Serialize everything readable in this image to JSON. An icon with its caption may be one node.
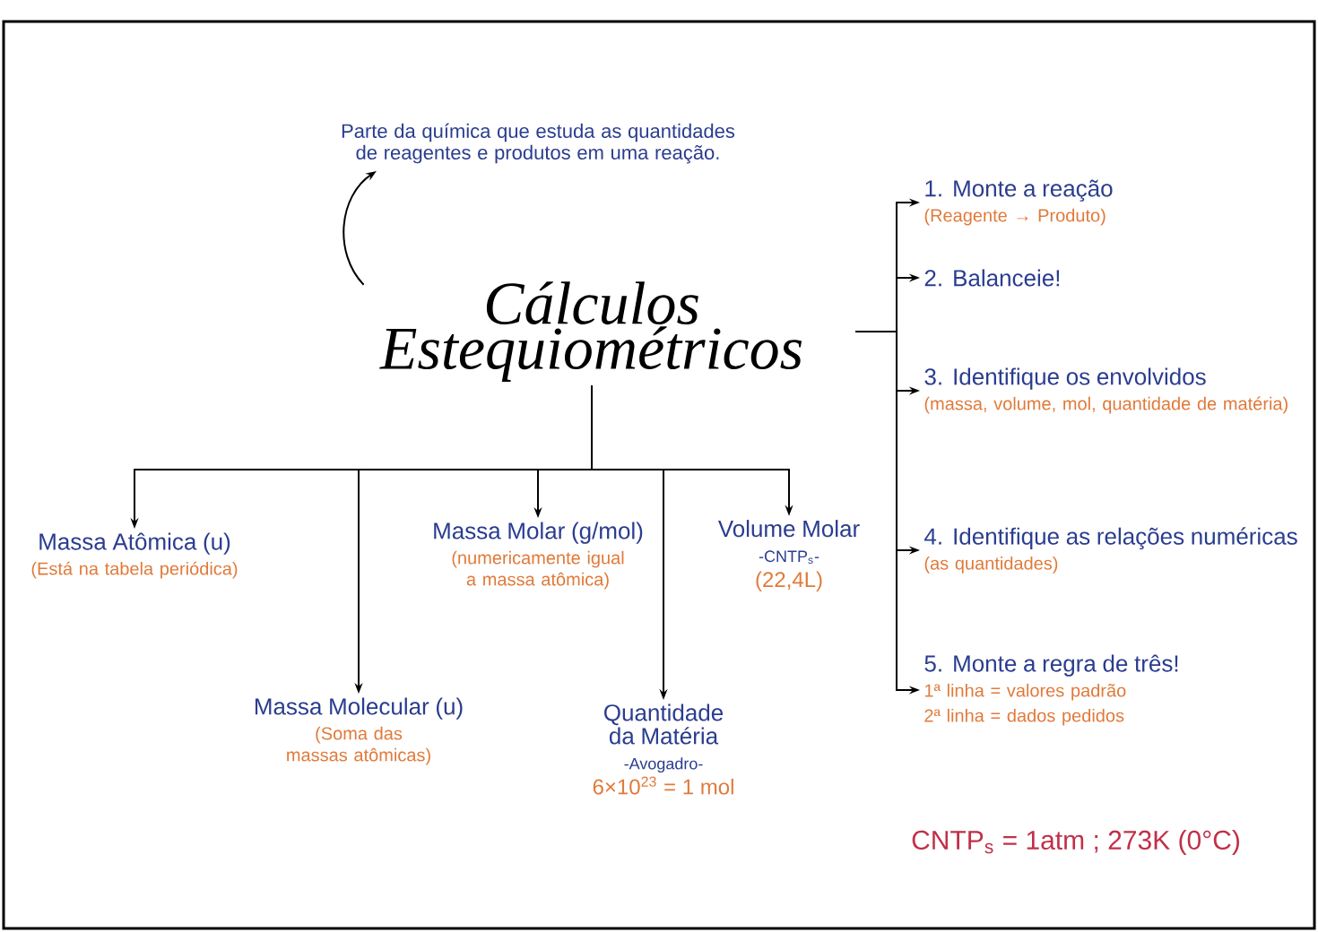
{
  "diagram": {
    "nodes": [
      {
        "text": [
          "Parte da química que estuda as quantidades de reagentes e produtos em uma reação."
        ]
      },
      {
        "text": [
          "Cálculos Estequiométricos"
        ]
      },
      {
        "text": [
          "Massa Atômica (u)",
          "(Está na tabela periódica)"
        ]
      },
      {
        "text": [
          "Massa Molecular (u)",
          "(Soma das massas atômicas)"
        ]
      },
      {
        "text": [
          "Massa Molar (g/mol)",
          "(numericamente igual a massa atômica)"
        ]
      },
      {
        "text": [
          "Quantidade da Matéria",
          "-Avogadro-",
          "6×10$^{23}$ = 1 mol"
        ]
      },
      {
        "text": [
          "Volume Molar",
          "-CNTP$_{s}$-",
          "(22,4L)"
        ]
      },
      {
        "text": [
          "1. Monte a reação",
          "(Reagente → Produto)"
        ]
      },
      {
        "text": [
          "2. Balanceie!"
        ]
      },
      {
        "text": [
          "3. Identifique os envolvidos",
          "(massa, volume, mol, quantidade de matéria)"
        ]
      },
      {
        "text": [
          "4. Identifique as relações numéricas",
          "(as quantidades)"
        ]
      },
      {
        "text": [
          "5. Monte a regra de três!",
          "1ª linha = valores padrão",
          "2ª linha = dados pedidos"
        ]
      }
    ],
    "edges": [
      {
        "from": 1,
        "to": 0,
        "arrow": "to"
      },
      {
        "from": 1,
        "to": 2,
        "arrow": "to"
      },
      {
        "from": 1,
        "to": 3,
        "arrow": "to"
      },
      {
        "from": 1,
        "to": 4,
        "arrow": "to"
      },
      {
        "from": 1,
        "to": 5,
        "arrow": "to"
      },
      {
        "from": 1,
        "to": 6,
        "arrow": "to"
      },
      {
        "from": 1,
        "to": 7,
        "arrow": "to"
      },
      {
        "from": 1,
        "to": 8,
        "arrow": "to"
      },
      {
        "from": 1,
        "to": 9,
        "arrow": "to"
      },
      {
        "from": 1,
        "to": 10,
        "arrow": "to"
      },
      {
        "from": 1,
        "to": 11,
        "arrow": "to"
      }
    ],
    "labels": [
      "CNTP$_{s}$ = 1atm ; 273K (0°C)"
    ]
  }
}
